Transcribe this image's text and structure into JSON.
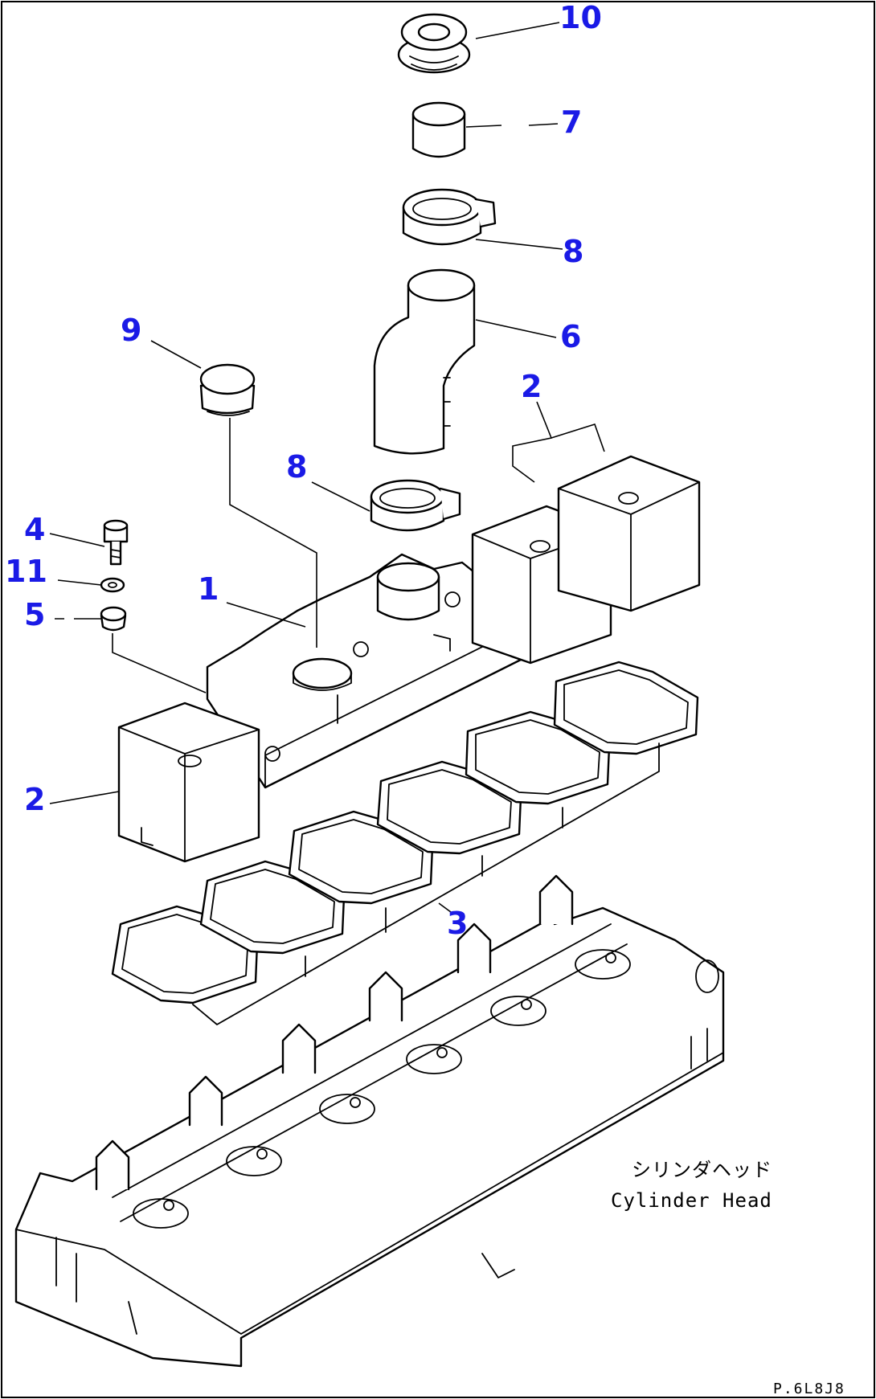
{
  "callouts": {
    "c10": "10",
    "c7": "7",
    "c8_top": "8",
    "c6": "6",
    "c9": "9",
    "c2_right": "2",
    "c8_mid": "8",
    "c4": "4",
    "c11": "11",
    "c1": "1",
    "c5": "5",
    "c2_left": "2",
    "c3": "3"
  },
  "labels": {
    "cylinder_head_jp": "シリンダヘッド",
    "cylinder_head_en": "Cylinder Head",
    "drawing_code": "P.6L8J8"
  },
  "colors": {
    "callout": "#1a1ae6",
    "line": "#000000",
    "background": "#ffffff"
  }
}
